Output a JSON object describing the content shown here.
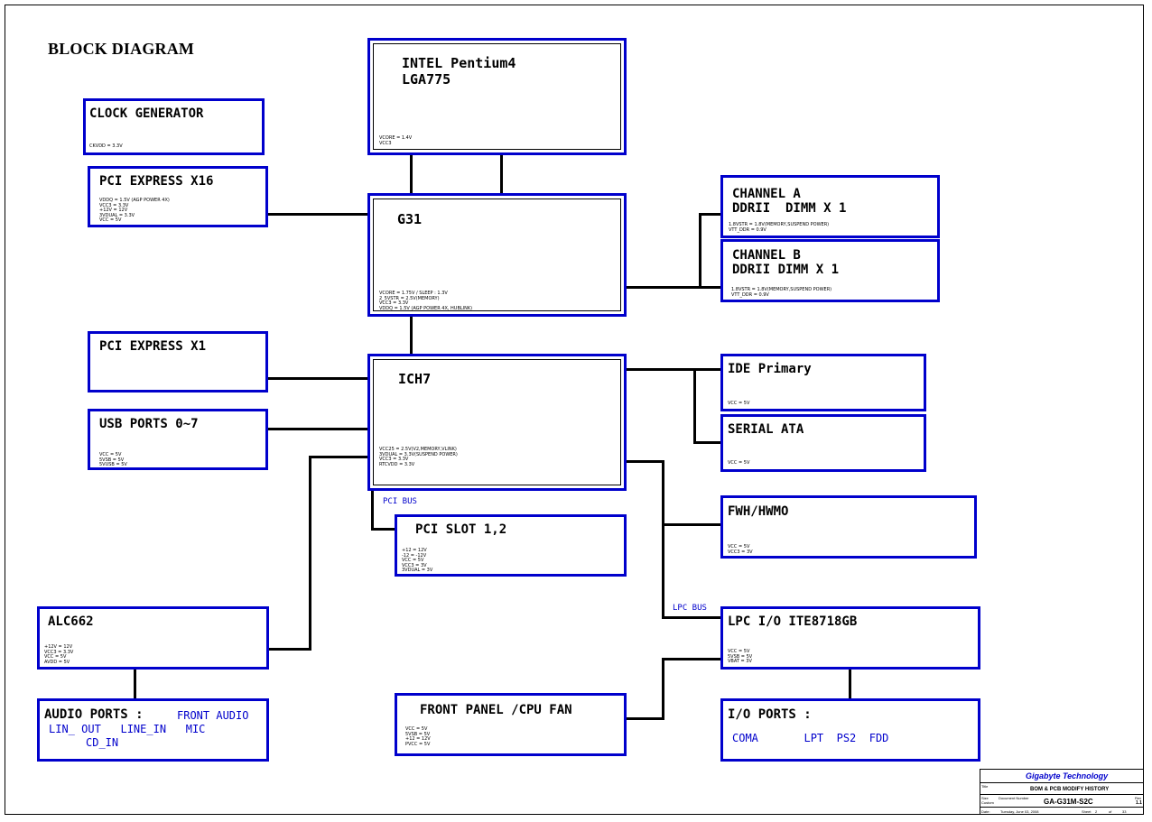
{
  "heading": "BLOCK DIAGRAM",
  "blocks": {
    "cpu": {
      "title": "INTEL Pentium4\nLGA775",
      "notes": [
        "VCORE = 1.4V",
        "VCC3"
      ]
    },
    "clock": {
      "title": "CLOCK GENERATOR",
      "notes": [
        "CKVDD = 3.3V"
      ]
    },
    "pcie16": {
      "title": "PCI EXPRESS X16",
      "notes": [
        "VDDQ = 1.5V (AGP POWER 4X)",
        "VCC3 = 3.3V",
        "+12V = 12V",
        "3VDUAL = 3.3V",
        "VCC = 5V"
      ]
    },
    "g31": {
      "title": "G31",
      "notes": [
        "VCORE = 1.75V  / SLEEP : 1.3V",
        "2_5VSTR = 2.5V(MEMORY)",
        "VCC3 = 3.3V",
        "VDDQ = 1.5V (AGP POWER 4X, HUBLINK)"
      ]
    },
    "chana": {
      "title": "CHANNEL A\nDDRII  DIMM X 1",
      "notes": [
        "1.8VSTR = 1.8V(MEMORY,SUSPEND POWER)",
        "VTT_DDR = 0.9V"
      ]
    },
    "chanb": {
      "title": "CHANNEL B\nDDRII DIMM X 1",
      "notes": [
        "1.8VSTR = 1.8V(MEMORY,SUSPEND POWER)",
        "VTT_DDR = 0.9V"
      ]
    },
    "pcie1": {
      "title": "PCI EXPRESS X1",
      "notes": []
    },
    "ich7": {
      "title": "ICH7",
      "notes": [
        "VCC25 = 2.5V(V2,MEMORY,VLINK)",
        "3VDUAL = 3.3V(SUSPEND POWER)",
        "VCC3 = 3.3V",
        "RTCVDD = 3.3V"
      ]
    },
    "ide": {
      "title": "IDE Primary",
      "notes": [
        "VCC = 5V"
      ]
    },
    "usb": {
      "title": "USB PORTS 0~7",
      "notes": [
        "VCC = 5V",
        "5VSB = 5V",
        "5VUSB = 5V"
      ]
    },
    "sata": {
      "title": "SERIAL ATA",
      "notes": [
        "VCC = 5V"
      ]
    },
    "pcislot": {
      "title": "PCI SLOT 1,2",
      "notes": [
        "+12 = 12V",
        "-12 = -12V",
        "VCC = 5V",
        "VCC3 = 3V",
        "3VDUAL = 3V"
      ]
    },
    "fwh": {
      "title": "FWH/HWMO",
      "notes": [
        "VCC = 5V",
        "VCC3 = 3V"
      ]
    },
    "alc": {
      "title": "ALC662",
      "notes": [
        "+12V = 12V",
        "VCC3 = 3.3V",
        "VCC = 5V",
        "AVDD = 5V"
      ]
    },
    "lpcio": {
      "title": "LPC I/O ITE8718GB",
      "notes": [
        "VCC = 5V",
        "5VSB = 5V",
        "VBAT = 3V"
      ]
    },
    "audio": {
      "title": "AUDIO PORTS :",
      "blue": [
        "FRONT AUDIO",
        "LIN_ OUT   LINE_IN   MIC",
        "CD_IN"
      ]
    },
    "front": {
      "title": "FRONT PANEL /CPU FAN",
      "notes": [
        "VCC = 5V",
        "5VSB = 5V",
        "+12 = 12V",
        "PVCC = 5V"
      ]
    },
    "io": {
      "title": "I/O PORTS :",
      "blue": [
        "COMA       LPT  PS2  FDD"
      ]
    }
  },
  "bus_labels": {
    "pci": "PCI BUS",
    "lpc": "LPC BUS"
  },
  "title_block": {
    "company": "Gigabyte Technology",
    "doc_title": "BOM & PCB MODIFY HISTORY",
    "doc_number": "GA-G31M-S2C",
    "rev": "1.1",
    "size_label": "Size",
    "size": "Custom",
    "docnum_label": "Document Number",
    "rev_label": "Rev",
    "date_label": "Date:",
    "date": "Tuesday, June 03, 2008",
    "sheet_label": "Sheet",
    "sheet": "2",
    "of_label": "of",
    "of": "33",
    "title_label": "Title"
  },
  "colors": {
    "box_border": "#0000cc",
    "blue_text": "#0000cc",
    "line": "#000000"
  }
}
